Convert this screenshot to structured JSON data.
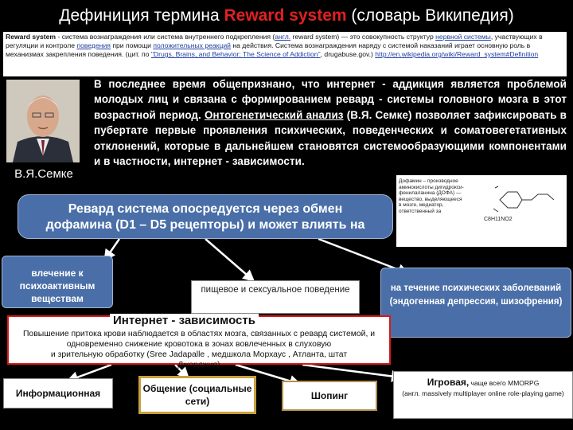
{
  "title": {
    "prefix": "Дефиниция термина ",
    "accent": "Reward system",
    "suffix": " (словарь Википедия)"
  },
  "definition": {
    "term": "Reward system",
    "t1": " - система вознаграждения или система внутреннего подкрепления (",
    "engl": "англ.",
    "t2": " reward system) — это совокупность структур ",
    "l_nerv": "нервной системы",
    "t3": ", участвующих в регуляции и контроле ",
    "l_behav": "поведения",
    "t4": " при помощи ",
    "l_pos": "положительных реакций",
    "t5": " на действия. Система вознаграждения наряду с системой наказаний играет основную роль в механизмах закрепления поведения. (цит. по ",
    "l_src": "\"Drugs, Brains, and Behavior: The Science of Addiction\"",
    "t6": ", drugabuse.gov.) ",
    "l_url": "http://en.wikipedia.org/wiki/Reward_system#Definition"
  },
  "photo": {
    "caption": "В.Я.Семке"
  },
  "main_text": {
    "p1": "В последнее время общепризнано, что интернет - аддикция является проблемой молодых лиц и связана с формированием ревард - системы головного мозга в этот возрастной период. ",
    "p_ul": "Онтогенетический анализ",
    "p2": " (В.Я. Семке) позволяет зафиксировать в пубертате первые проявления психических, поведенческих и соматовегетативных отклонений, которые в дальнейшем становятся системообразующими компонентами и в частности, интернет - зависимости."
  },
  "wiki_snippet": {
    "l1": "Дофамин – производное",
    "l2": "аминокислоты дигидрокси-",
    "l3": "фенилаланина (ДОФА) —",
    "l4": "вещество, выделяющееся",
    "l5": "в мозге, медиатор,",
    "l6": "ответственный за",
    "code": "C8H11NO2"
  },
  "reward_box": {
    "line1": "Ревард  система опосредуется через обмен",
    "line2": "дофамина (D1 – D5 рецепторы) и может влиять на"
  },
  "drive_box": {
    "text": "влечение к психоактивным веществам"
  },
  "food_box": {
    "text": "пищевое   и сексуальное поведение"
  },
  "disease_box": {
    "text": "на течение психических заболеваний (эндогенная депрессия, шизофрения)"
  },
  "internet_box": {
    "title": "Интернет  - зависимость",
    "desc1": "Повышение притока крови наблюдается в областях мозга, связанных с ревард системой, и одновременно снижение кровотока в зонах  вовлеченных в слуховую",
    "desc2": "и зрительную обработку  (Sree Jadapalle , медшкола Морхаус , Атланта, штат",
    "desc3": "Джорджия)"
  },
  "leaves": {
    "info": "Информационная",
    "social": "Общение (социальные сети)",
    "shop": "Шопинг",
    "game_title": "Игровая,",
    "game_short": " чаще всего MMORPG",
    "game_desc": "(англ. massively multiplayer online role-playing game)"
  },
  "colors": {
    "accent": "#e02020",
    "box_blue": "#4a6fa8",
    "border_red": "#d81818"
  }
}
